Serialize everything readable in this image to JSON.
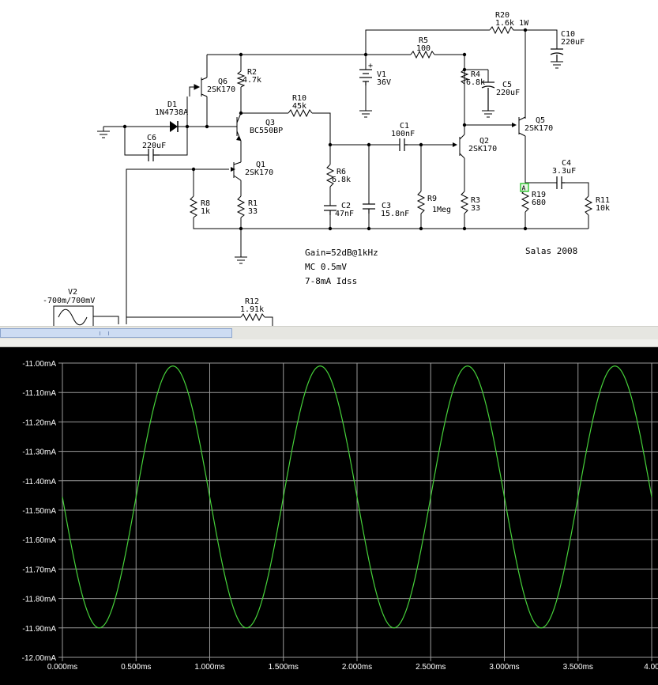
{
  "schematic": {
    "components": {
      "r20": {
        "ref": "R20",
        "value": "1.6k 1W"
      },
      "c10": {
        "ref": "C10",
        "value": "220uF"
      },
      "r5": {
        "ref": "R5",
        "value": "100"
      },
      "v1": {
        "ref": "V1",
        "value": "36V"
      },
      "r2": {
        "ref": "R2",
        "value": "4.7k"
      },
      "q6": {
        "ref": "Q6",
        "value": "2SK170"
      },
      "r4": {
        "ref": "R4",
        "value": "6.8k"
      },
      "c5": {
        "ref": "C5",
        "value": "220uF"
      },
      "r10": {
        "ref": "R10",
        "value": "45k"
      },
      "d1": {
        "ref": "D1",
        "value": "1N4738A"
      },
      "q3": {
        "ref": "Q3",
        "value": "BC550BP"
      },
      "q5": {
        "ref": "Q5",
        "value": "2SK170"
      },
      "c1": {
        "ref": "C1",
        "value": "100nF"
      },
      "c6": {
        "ref": "C6",
        "value": "220uF"
      },
      "q2": {
        "ref": "Q2",
        "value": "2SK170"
      },
      "q1": {
        "ref": "Q1",
        "value": "2SK170"
      },
      "c4": {
        "ref": "C4",
        "value": "3.3uF"
      },
      "r6": {
        "ref": "R6",
        "value": "6.8k"
      },
      "r19": {
        "ref": "R19",
        "value": "680"
      },
      "r11": {
        "ref": "R11",
        "value": "10k"
      },
      "r8": {
        "ref": "R8",
        "value": "1k"
      },
      "r1": {
        "ref": "R1",
        "value": "33"
      },
      "r9": {
        "ref": "R9",
        "value": "1Meg"
      },
      "r3": {
        "ref": "R3",
        "value": "33"
      },
      "c2": {
        "ref": "C2",
        "value": "47nF"
      },
      "c3": {
        "ref": "C3",
        "value": "15.8nF"
      },
      "v2": {
        "ref": "V2",
        "value": "-700m/700mV"
      },
      "r12": {
        "ref": "R12",
        "value": "1.91k"
      }
    },
    "probe_label": "A",
    "notes": [
      "Gain=52dB@1kHz",
      "MC 0.5mV",
      "7-8mA Idss"
    ],
    "credit": "Salas 2008"
  },
  "chart_data": {
    "type": "line",
    "title": "",
    "xlabel": "",
    "ylabel": "",
    "x_unit": "ms",
    "y_unit": "mA",
    "xlim": [
      0,
      4.0
    ],
    "ylim": [
      -12.0,
      -11.0
    ],
    "x_ticks": [
      "0.000ms",
      "0.500ms",
      "1.000ms",
      "1.500ms",
      "2.000ms",
      "2.500ms",
      "3.000ms",
      "3.500ms",
      "4.00"
    ],
    "y_ticks": [
      "-11.00mA",
      "-11.10mA",
      "-11.20mA",
      "-11.30mA",
      "-11.40mA",
      "-11.50mA",
      "-11.60mA",
      "-11.70mA",
      "-11.80mA",
      "-11.90mA",
      "-12.00mA"
    ],
    "grid": true,
    "series": [
      {
        "color": "#46d13a",
        "x": [
          0.0,
          0.25,
          0.5,
          0.75,
          1.0,
          1.25,
          1.5,
          1.75,
          2.0,
          2.25,
          2.5,
          2.75,
          3.0,
          3.25,
          3.5,
          3.75,
          4.0
        ],
        "y": [
          -11.455,
          -11.9,
          -11.455,
          -11.01,
          -11.455,
          -11.9,
          -11.455,
          -11.01,
          -11.455,
          -11.9,
          -11.455,
          -11.01,
          -11.455,
          -11.9,
          -11.455,
          -11.01,
          -11.455
        ]
      }
    ],
    "waveform": "sine",
    "period_ms": 1.0,
    "center_ma": -11.455,
    "amplitude_ma": 0.445
  },
  "colors": {
    "trace": "#46d13a",
    "grid": "#9a9a9a",
    "plot_background": "#000000",
    "probe_marker": "#39c839"
  }
}
